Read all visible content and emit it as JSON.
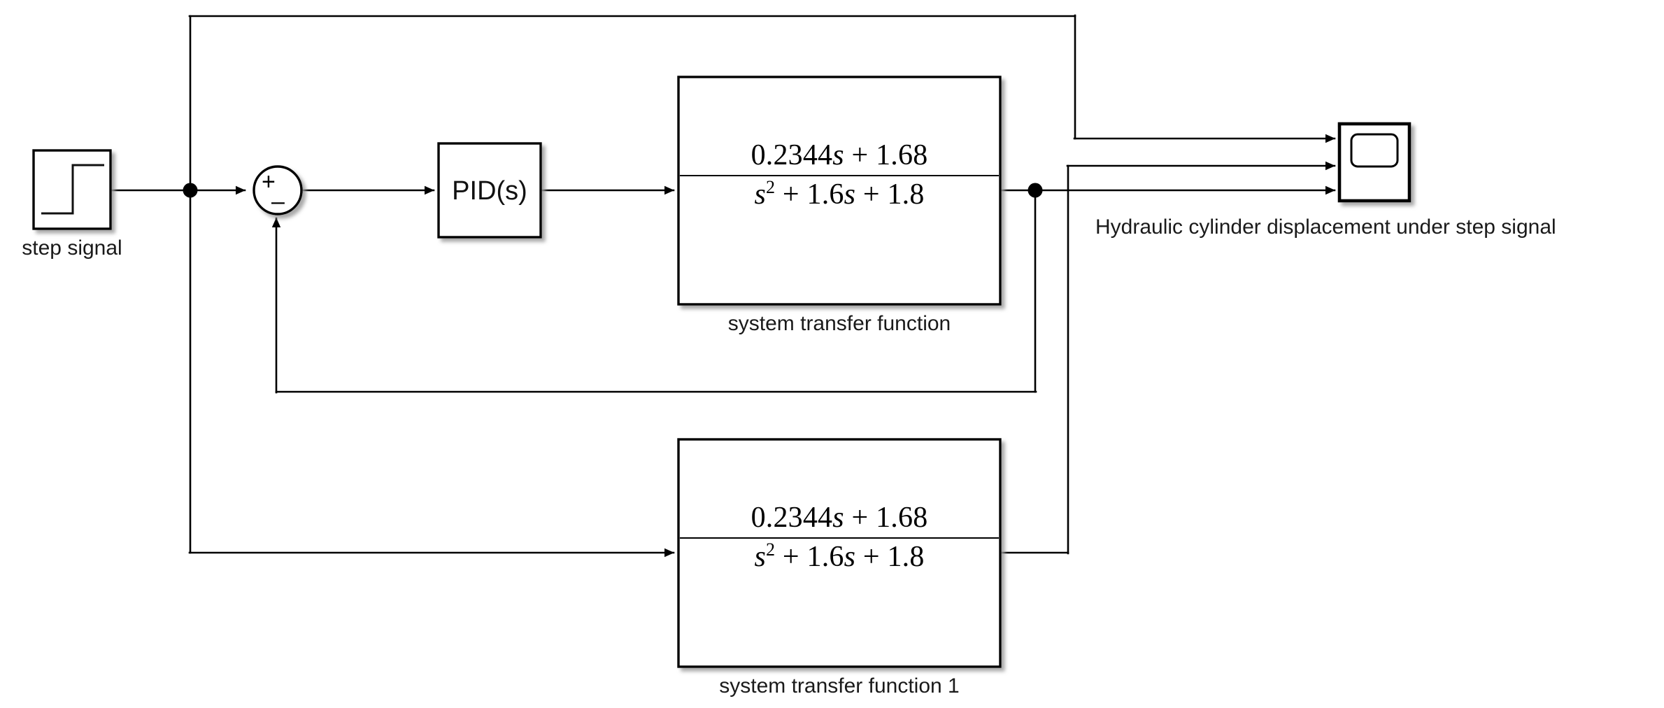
{
  "diagram": {
    "title": "Simulink block diagram",
    "background_color": "#ffffff",
    "line_color": "#000000",
    "block_fill": "#ffffff",
    "text_color": "#1a1a1a"
  },
  "blocks": {
    "step": {
      "label": "step signal",
      "icon": "step-waveform-icon"
    },
    "sum": {
      "plus_sign": "+",
      "minus_sign": "–",
      "icon": "sum-junction-icon"
    },
    "pid": {
      "text": "PID(s)",
      "label": ""
    },
    "transfer_function_1": {
      "numerator_a": "0.2344",
      "numerator_var": "s",
      "numerator_op": "+",
      "numerator_b": "1.68",
      "denominator_var": "s",
      "denominator_exp": "2",
      "denominator_op1": "+",
      "denominator_b": "1.6",
      "denominator_var2": "s",
      "denominator_op2": "+",
      "denominator_c": "1.8",
      "label": "system transfer function"
    },
    "transfer_function_2": {
      "numerator_a": "0.2344",
      "numerator_var": "s",
      "numerator_op": "+",
      "numerator_b": "1.68",
      "denominator_var": "s",
      "denominator_exp": "2",
      "denominator_op1": "+",
      "denominator_b": "1.6",
      "denominator_var2": "s",
      "denominator_op2": "+",
      "denominator_c": "1.8",
      "label": "system transfer function 1"
    },
    "scope": {
      "label": "Hydraulic cylinder displacement under step signal",
      "icon": "scope-screen-icon",
      "input_count": "3"
    }
  }
}
